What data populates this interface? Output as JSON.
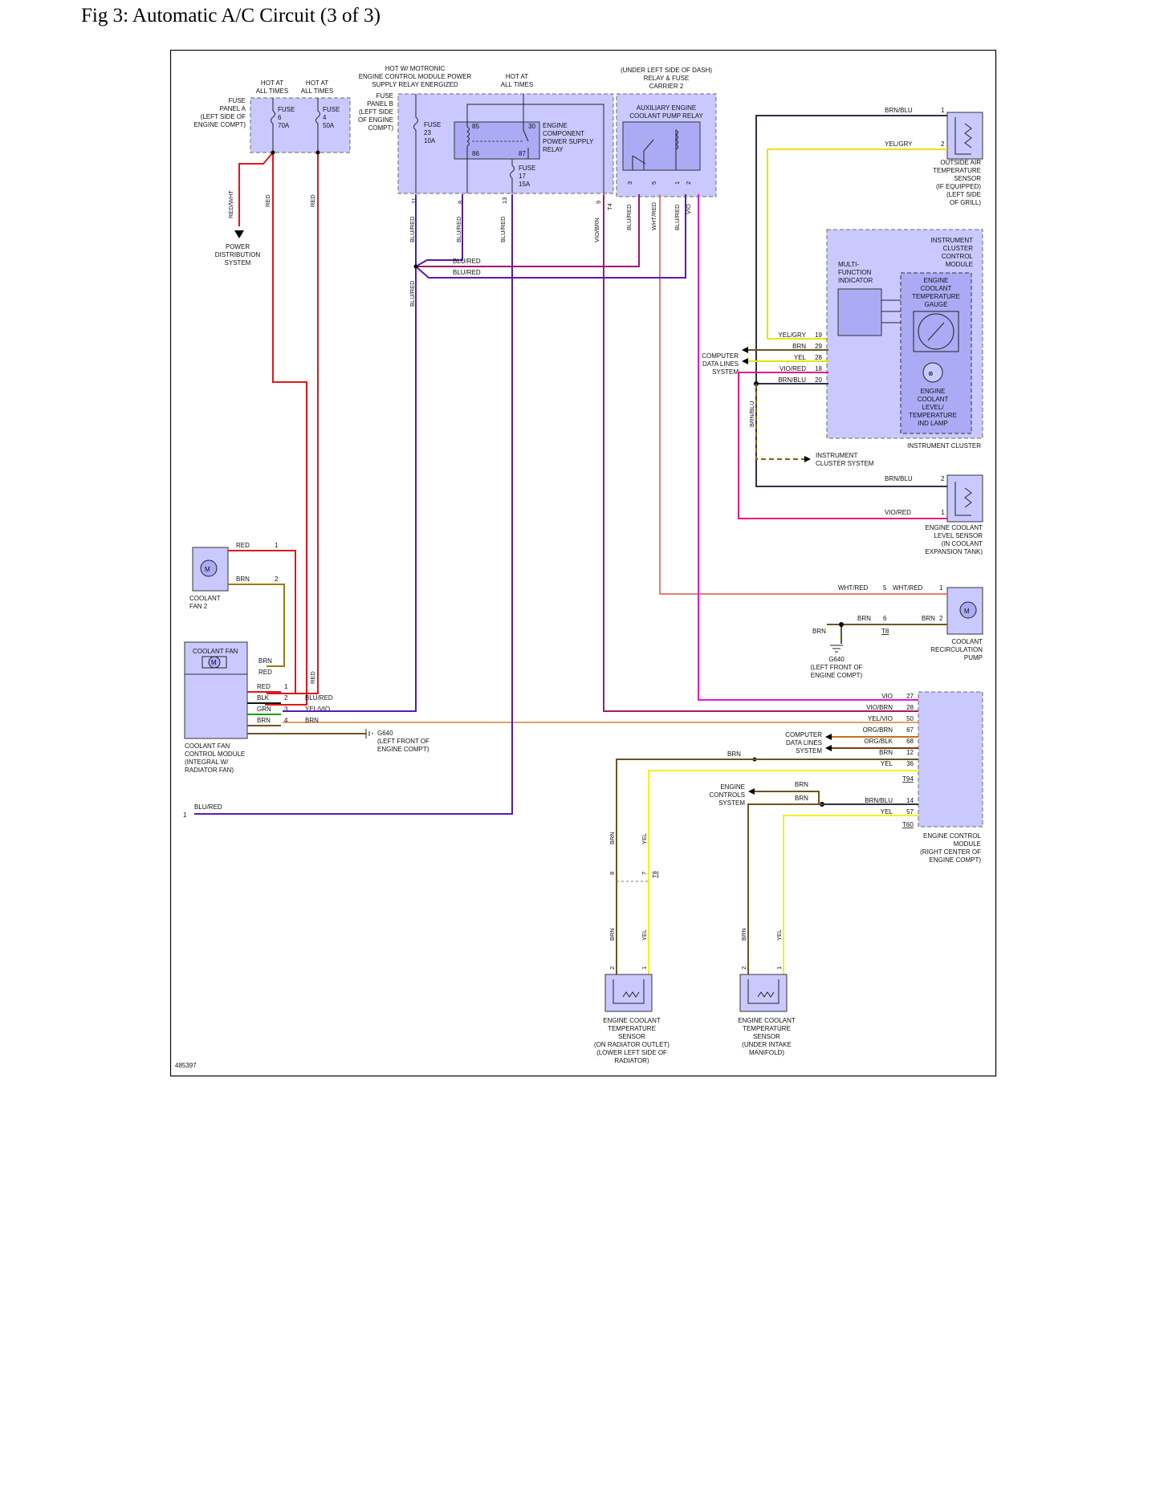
{
  "title": "Fig 3: Automatic A/C Circuit (3 of 3)",
  "diagram_id": "485397",
  "colors": {
    "red": "#e01818",
    "brn": "#6e5420",
    "yel": "#f2f21e",
    "vio": "#e019e0",
    "blu_red": "#5a1ab0",
    "vio_brn": "#a8186a",
    "wht_red": "#e08070",
    "blk": "#111111",
    "grn": "#10a010",
    "blu": "#2030c0",
    "brn_blu": "#30304a",
    "box_fill": "#c9c9ff",
    "box_inner": "#ababf5"
  },
  "labels": {
    "hot1": [
      "HOT AT",
      "ALL TIMES"
    ],
    "hot2": [
      "HOT AT",
      "ALL TIMES"
    ],
    "hot_motronic": [
      "HOT W/ MOTRONIC",
      "ENGINE CONTROL MODULE POWER",
      "SUPPLY RELAY ENERGIZED"
    ],
    "hot3": [
      "HOT AT",
      "ALL TIMES"
    ],
    "under_dash": [
      "(UNDER LEFT SIDE OF DASH)",
      "RELAY & FUSE",
      "CARRIER 2"
    ],
    "fuse_panel_a": [
      "FUSE",
      "PANEL A",
      "(LEFT SIDE OF",
      "ENGINE COMPT)"
    ],
    "fuse6": [
      "FUSE",
      "6",
      "70A"
    ],
    "fuse4": [
      "FUSE",
      "4",
      "50A"
    ],
    "fuse_panel_b": [
      "FUSE",
      "PANEL B",
      "(LEFT SIDE",
      "OF ENGINE",
      "COMPT)"
    ],
    "fuse23": [
      "FUSE",
      "23",
      "10A"
    ],
    "fuse17": [
      "FUSE",
      "17",
      "15A"
    ],
    "relay_pins": [
      "85",
      "30",
      "86",
      "87"
    ],
    "ecps_relay": [
      "ENGINE",
      "COMPONENT",
      "POWER SUPPLY",
      "RELAY"
    ],
    "aux_relay": [
      "AUXILIARY ENGINE",
      "COOLANT PUMP RELAY"
    ],
    "aux_pins": [
      "3",
      "5",
      "1",
      "2"
    ],
    "panel_b_pins": [
      "11",
      "8",
      "13",
      "9"
    ],
    "t4": "T4",
    "outside_air": [
      "OUTSIDE AIR",
      "TEMPERATURE",
      "SENSOR",
      "(IF EQUIPPED)",
      "(LEFT SIDE",
      "OF GRILL)"
    ],
    "ic_module": [
      "INSTRUMENT",
      "CLUSTER",
      "CONTROL",
      "MODULE"
    ],
    "mfi": [
      "MULTI-",
      "FUNCTION",
      "INDICATOR"
    ],
    "ect_gauge": [
      "ENGINE",
      "COOLANT",
      "TEMPERATURE",
      "GAUGE"
    ],
    "ec_lamp": [
      "ENGINE",
      "COOLANT",
      "LEVEL/",
      "TEMPERATURE",
      "IND LAMP"
    ],
    "instrument_cluster": "INSTRUMENT CLUSTER",
    "computer_data_lines": [
      "COMPUTER",
      "DATA LINES",
      "SYSTEM"
    ],
    "ic_system": [
      "INSTRUMENT",
      "CLUSTER SYSTEM"
    ],
    "level_sensor": [
      "ENGINE COOLANT",
      "LEVEL SENSOR",
      "(IN COOLANT",
      "EXPANSION TANK)"
    ],
    "recirc_pump": [
      "COOLANT",
      "RECIRCULATION",
      "PUMP"
    ],
    "t8": "T8",
    "g640": [
      "G640",
      "(LEFT FRONT OF",
      "ENGINE COMPT)"
    ],
    "g640b": [
      "G640",
      "(LEFT FRONT OF",
      "ENGINE COMPT)"
    ],
    "power_dist": [
      "POWER",
      "DISTRIBUTION",
      "SYSTEM"
    ],
    "coolant_fan2": [
      "COOLANT",
      "FAN 2"
    ],
    "coolant_fan": "COOLANT FAN",
    "fan_module": [
      "COOLANT FAN",
      "CONTROL MODULE",
      "(INTEGRAL W/",
      "RADIATOR FAN)"
    ],
    "ecm": [
      "ENGINE CONTROL",
      "MODULE",
      "(RIGHT CENTER OF",
      "ENGINE COMPT)"
    ],
    "t94": "T94",
    "t60": "T60",
    "engine_controls": [
      "ENGINE",
      "CONTROLS",
      "SYSTEM"
    ],
    "ect_sensor1": [
      "ENGINE COOLANT",
      "TEMPERATURE",
      "SENSOR",
      "(ON RADIATOR OUTLET)",
      "(LOWER LEFT SIDE OF",
      "RADIATOR)"
    ],
    "ect_sensor2": [
      "ENGINE COOLANT",
      "TEMPERATURE",
      "SENSOR",
      "(UNDER INTAKE",
      "MANIFOLD)"
    ],
    "motor": "M"
  },
  "wires": {
    "red_wht": "RED/WHT",
    "red": "RED",
    "brn": "BRN",
    "blk": "BLK",
    "grn": "GRN",
    "blu_red": "BLU/RED",
    "vio_brn": "VIO/BRN",
    "wht_red": "WHT/RED",
    "vio": "VIO",
    "yel": "YEL",
    "yel_gry": "YEL/GRY",
    "brn_blu": "BRN/BLU",
    "yel_vio": "YEL/VIO",
    "org_brn": "ORG/BRN",
    "org_blk": "ORG/BLK"
  },
  "pins": {
    "ic": [
      {
        "wire": "YEL/GRY",
        "pin": "19"
      },
      {
        "wire": "BRN",
        "pin": "29"
      },
      {
        "wire": "YEL",
        "pin": "28"
      },
      {
        "wire": "VIO/RED",
        "pin": "18"
      },
      {
        "wire": "BRN/BLU",
        "pin": "20"
      }
    ],
    "ecm": [
      {
        "wire": "VIO",
        "pin": "27"
      },
      {
        "wire": "VIO/BRN",
        "pin": "28"
      },
      {
        "wire": "YEL/VIO",
        "pin": "50"
      },
      {
        "wire": "ORG/BRN",
        "pin": "67"
      },
      {
        "wire": "ORG/BLK",
        "pin": "68"
      },
      {
        "wire": "BRN",
        "pin": "12"
      },
      {
        "wire": "YEL",
        "pin": "36"
      }
    ],
    "ecm2": [
      {
        "wire": "BRN/BLU",
        "pin": "14"
      },
      {
        "wire": "YEL",
        "pin": "57"
      }
    ],
    "fan_module": [
      {
        "wire": "RED",
        "pin": "1",
        "far": "RED"
      },
      {
        "wire": "BLK",
        "pin": "2",
        "far": "BLU/RED"
      },
      {
        "wire": "GRN",
        "pin": "3",
        "far": "YEL/VIO"
      },
      {
        "wire": "BRN",
        "pin": "4",
        "far": "BRN"
      }
    ]
  },
  "numbers": {
    "n1": "1",
    "n2": "2",
    "n5": "5",
    "n6": "6",
    "n7": "7",
    "n8": "8"
  }
}
